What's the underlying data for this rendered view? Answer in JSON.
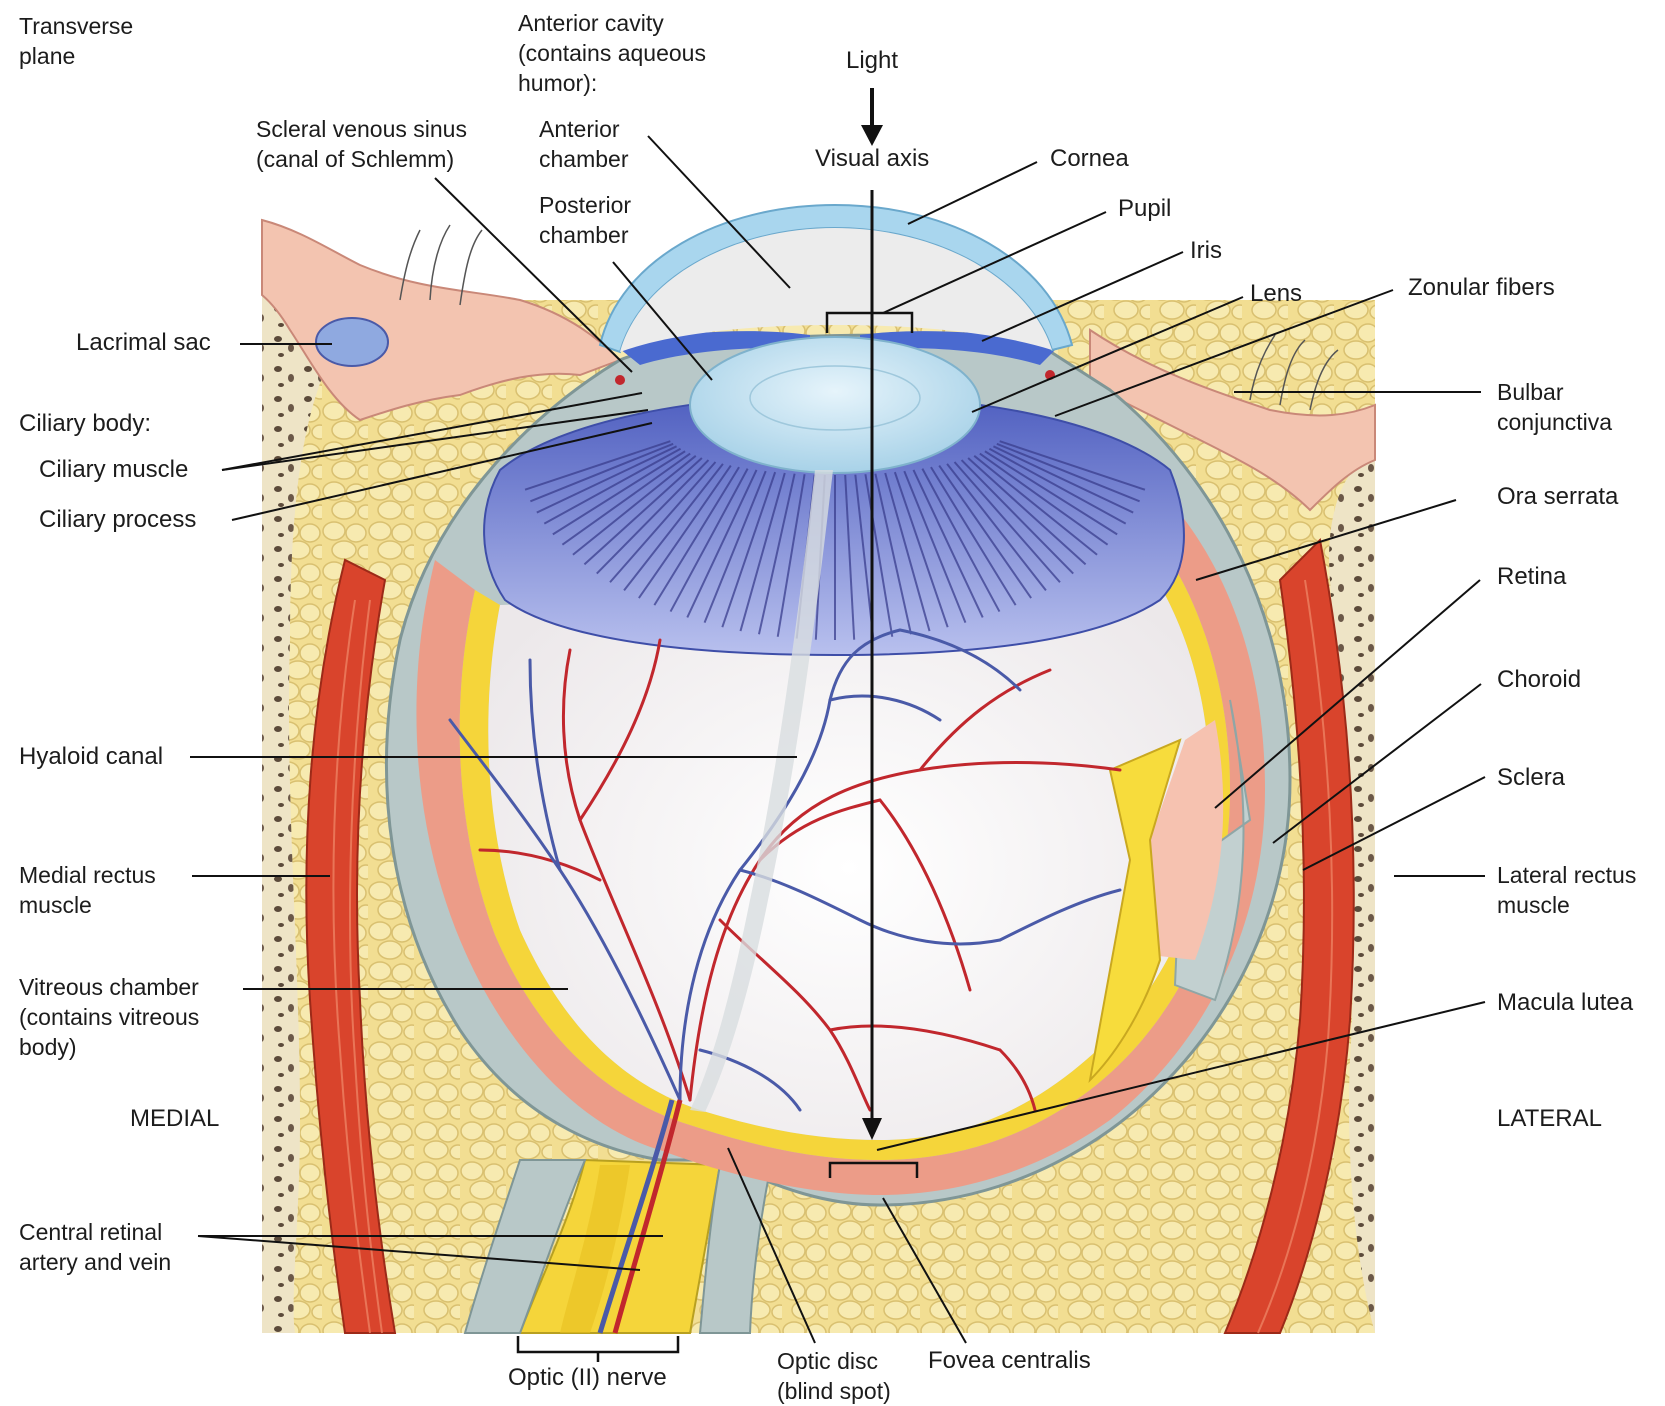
{
  "labels": {
    "transverse_plane": "Transverse\nplane",
    "anterior_cavity": "Anterior cavity\n(contains aqueous\nhumor):",
    "light": "Light",
    "scleral_venous_sinus": "Scleral venous sinus\n(canal of Schlemm)",
    "anterior_chamber": "Anterior\nchamber",
    "visual_axis": "Visual axis",
    "cornea": "Cornea",
    "posterior_chamber": "Posterior\nchamber",
    "pupil": "Pupil",
    "iris": "Iris",
    "lens": "Lens",
    "zonular_fibers": "Zonular fibers",
    "lacrimal_sac": "Lacrimal sac",
    "bulbar_conjunctiva": "Bulbar\nconjunctiva",
    "ciliary_body": "Ciliary body:",
    "ciliary_muscle": "Ciliary muscle",
    "ciliary_process": "Ciliary process",
    "ora_serrata": "Ora serrata",
    "retina": "Retina",
    "choroid": "Choroid",
    "hyaloid_canal": "Hyaloid canal",
    "sclera": "Sclera",
    "medial_rectus": "Medial rectus\nmuscle",
    "lateral_rectus": "Lateral rectus\nmuscle",
    "vitreous_chamber": "Vitreous chamber\n(contains vitreous\nbody)",
    "macula_lutea": "Macula lutea",
    "medial": "MEDIAL",
    "lateral": "LATERAL",
    "central_retinal": "Central retinal\nartery and vein",
    "optic_nerve": "Optic (II) nerve",
    "optic_disc": "Optic disc\n(blind spot)",
    "fovea_centralis": "Fovea centralis"
  },
  "colors": {
    "fat": "#f0dc8c",
    "bone": "#efe6c8",
    "skin": "#f3c9b8",
    "sclera": "#b9c9c9",
    "choroid": "#e89a8a",
    "retina": "#f5d53a",
    "ciliary": "#6f7fd1",
    "lens": "#bfe0ef",
    "cornea": "#a9d6ee",
    "vitreous": "#fbf8f8",
    "muscle": "#d9442c",
    "artery": "#c1272d",
    "vein": "#4a5aa8",
    "leader": "#111111"
  }
}
